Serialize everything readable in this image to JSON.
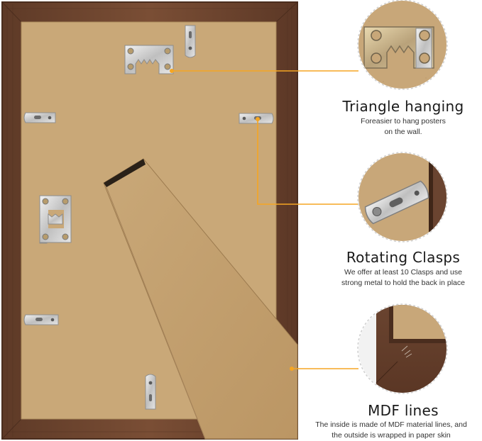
{
  "features": [
    {
      "title": "Triangle hanging",
      "desc_line1": "Foreasier to hang posters",
      "desc_line2": "on the wall.",
      "detail_icon": "triangle-hanger-closeup"
    },
    {
      "title": "Rotating Clasps",
      "desc_line1": "We offer at least 10 Clasps and use",
      "desc_line2": "strong metal to hold the back in place",
      "detail_icon": "rotating-clasp-closeup"
    },
    {
      "title": "MDF lines",
      "desc_line1": "The inside is made of MDF material lines, and",
      "desc_line2": "the outside is wrapped in paper skin",
      "detail_icon": "mdf-corner-closeup"
    }
  ],
  "colors": {
    "frame_wood": "#6e4630",
    "backing_board": "#c9a878",
    "easel_stand": "#c4a272",
    "callout_line": "#f5a623",
    "metal": "#d8d8d8"
  }
}
